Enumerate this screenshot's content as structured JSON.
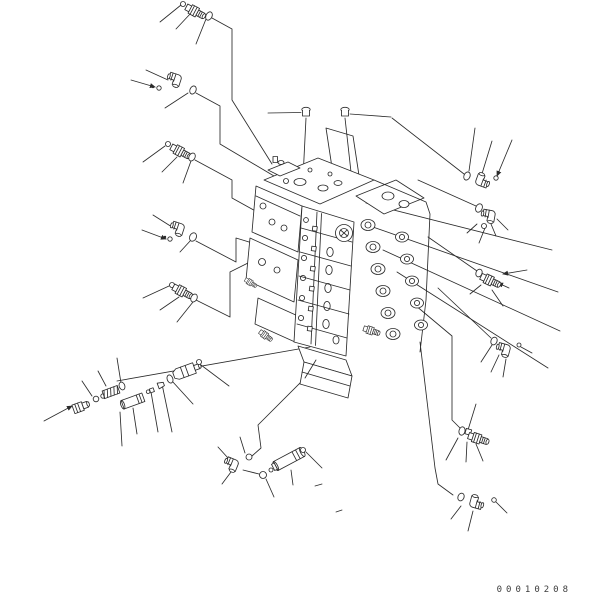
{
  "page": {
    "background_color": "#ffffff",
    "line_color": "#2b2b2b",
    "text_color": "#3c3c3c"
  },
  "footer": {
    "drawing_number": "00010208"
  },
  "diagram": {
    "type": "exploded-parts-diagram",
    "central_assembly": "multi-section-hydraulic-main-control-valve",
    "callout_groups": [
      {
        "id": "fitting-top-left",
        "parts": [
          "o-ring",
          "hex-nipple",
          "o-ring"
        ]
      },
      {
        "id": "fitting-upper-left",
        "parts": [
          "washer",
          "o-ring",
          "elbow-fitting",
          "o-ring"
        ]
      },
      {
        "id": "fitting-left-middle",
        "parts": [
          "o-ring",
          "hex-nipple",
          "o-ring"
        ]
      },
      {
        "id": "fitting-left-lower",
        "parts": [
          "washer",
          "o-ring",
          "elbow-fitting",
          "o-ring"
        ]
      },
      {
        "id": "fitting-left-bottom",
        "parts": [
          "o-ring",
          "hex-nipple",
          "o-ring"
        ]
      },
      {
        "id": "relief-valve-exploded-row",
        "parts": [
          "hex-plug",
          "washer",
          "washer",
          "spring",
          "o-ring",
          "spool",
          "poppet",
          "seat",
          "o-ring",
          "valve-body",
          "o-ring"
        ]
      },
      {
        "id": "fitting-bottom-center",
        "parts": [
          "elbow-fitting",
          "o-ring",
          "o-ring",
          "check-valve",
          "o-ring"
        ]
      },
      {
        "id": "fitting-top-right",
        "parts": [
          "o-ring",
          "elbow-fitting",
          "o-ring"
        ]
      },
      {
        "id": "fitting-right-upper",
        "parts": [
          "o-ring",
          "elbow-fitting",
          "o-ring"
        ]
      },
      {
        "id": "fitting-right-middle",
        "parts": [
          "o-ring",
          "hex-nipple",
          "o-ring"
        ]
      },
      {
        "id": "fitting-right-lower",
        "parts": [
          "o-ring",
          "elbow-fitting",
          "o-ring"
        ]
      },
      {
        "id": "fitting-right-bottom",
        "parts": [
          "o-ring",
          "washer",
          "hex-nipple"
        ]
      },
      {
        "id": "fitting-bottom-right",
        "parts": [
          "o-ring",
          "elbow-fitting",
          "o-ring"
        ]
      }
    ],
    "top_plugs": [
      "plug-left",
      "plug-right"
    ]
  }
}
